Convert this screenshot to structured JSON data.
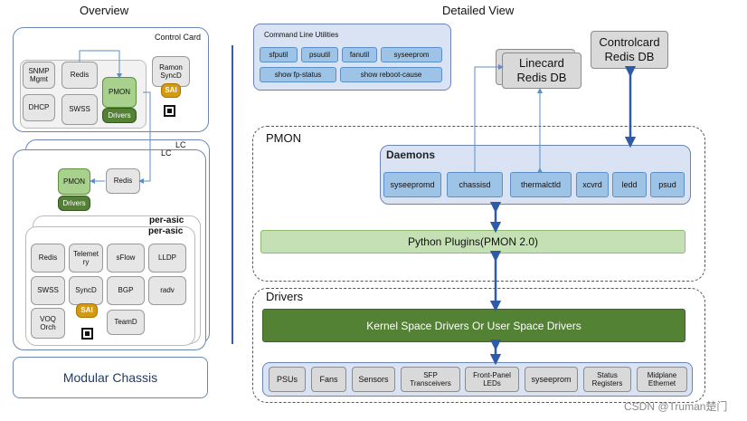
{
  "overview": {
    "title": "Overview",
    "control_card": {
      "label": "Control Card",
      "snmp": "SNMP\nMgmt",
      "redis": "Redis",
      "dhcp": "DHCP",
      "swss": "SWSS",
      "pmon": "PMON",
      "drivers": "Drivers",
      "syncd": "Ramon\nSyncD",
      "sai": "SAI"
    },
    "line_card": {
      "label_back": "LC",
      "label_front": "LC",
      "pmon": "PMON",
      "drivers": "Drivers",
      "redis": "Redis",
      "per_asic_back": "per-asic",
      "per_asic_front": "per-asic",
      "redis_asic": "Redis",
      "telemetry": "Telemet\nry",
      "sflow": "sFlow",
      "lldp": "LLDP",
      "swss": "SWSS",
      "syncd": "SyncD",
      "bgp": "BGP",
      "radv": "radv",
      "voq": "VOQ\nOrch",
      "sai": "SAI",
      "teamd": "TeamD"
    },
    "footer": "Modular Chassis"
  },
  "detailed": {
    "title": "Detailed View",
    "cli": {
      "title": "Command Line Utilities",
      "items": [
        "sfputil",
        "psuutil",
        "fanutil",
        "syseeprom",
        "show fp-status",
        "show reboot-cause"
      ]
    },
    "linecard_db": "Linecard\nRedis DB",
    "controlcard_db": "Controlcard\nRedis DB",
    "pmon_label": "PMON",
    "daemons_label": "Daemons",
    "daemons": [
      "syseepromd",
      "chassisd",
      "thermalctld",
      "xcvrd",
      "ledd",
      "psud"
    ],
    "python_plugins": "Python Plugins(PMON 2.0)",
    "drivers_label": "Drivers",
    "kernel": "Kernel Space Drivers Or User Space Drivers",
    "hw": [
      "PSUs",
      "Fans",
      "Sensors",
      "SFP\nTransceivers",
      "Front-Panel\nLEDs",
      "syseeprom",
      "Status\nRegisters",
      "Midplane\nEthernet"
    ]
  },
  "watermark": "CSDN @Truman楚门",
  "colors": {
    "panel_border": "#6b86b5",
    "green": "#a9d18e",
    "dark_green": "#548235",
    "sai": "#d49a12",
    "cli_button": "#9dc3e6",
    "arrow": "#5b8fc7"
  }
}
